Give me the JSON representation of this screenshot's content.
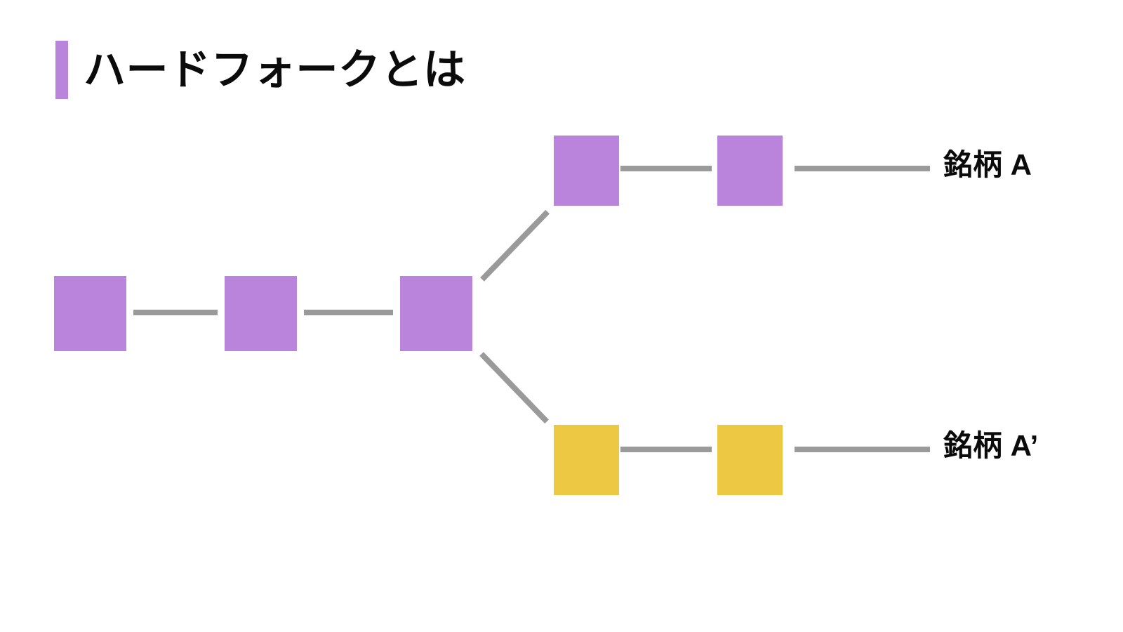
{
  "slide": {
    "title": "ハードフォークとは",
    "accent_color": "#BA83DC",
    "background_color": "#FFFFFF",
    "title_color": "#0B0B0B"
  },
  "diagram": {
    "type": "blockchain-hard-fork",
    "connector_color": "#9A9A9A",
    "colors": {
      "original_chain": "#BA83DC",
      "forked_chain": "#EDC842"
    },
    "main_chain": {
      "name": "main-chain",
      "block_count": 3,
      "block_color": "#BA83DC"
    },
    "upper_branch": {
      "name": "upper-branch",
      "label": "銘柄 A",
      "block_count": 2,
      "block_color": "#BA83DC"
    },
    "lower_branch": {
      "name": "lower-branch",
      "label": "銘柄 A’",
      "block_count": 2,
      "block_color": "#EDC842"
    }
  }
}
